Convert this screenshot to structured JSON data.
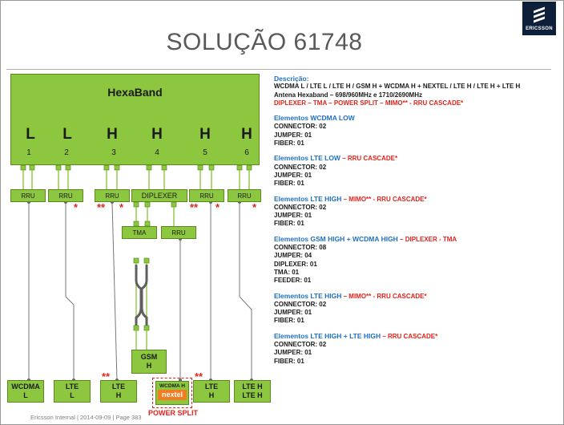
{
  "title": "SOLUÇÃO 61748",
  "logo_text": "ERICSSON",
  "hexaband": {
    "name": "HexaBand",
    "bands": [
      "L",
      "L",
      "H",
      "H",
      "H",
      "H"
    ],
    "ports": [
      "1",
      "2",
      "3",
      "4",
      "5",
      "6"
    ]
  },
  "units": {
    "rru": "RRU",
    "diplexer": "DIPLEXER",
    "tma": "TMA",
    "gsm_line1": "GSM",
    "gsm_line2": "H"
  },
  "terminals": [
    {
      "l1": "WCDMA",
      "l2": "L"
    },
    {
      "l1": "LTE",
      "l2": "L"
    },
    {
      "l1": "LTE",
      "l2": "H"
    },
    {
      "l1": "LTE",
      "l2": "H"
    },
    {
      "l1": "LTE H",
      "l2": "LTE H"
    }
  ],
  "nextel_box": {
    "label": "WCDMA H",
    "brand": "nextel"
  },
  "power_split_label": "POWER SPLIT",
  "marks": {
    "single": "*",
    "double": "**"
  },
  "colors": {
    "green": "#8dc63f",
    "red": "#e32219",
    "blue": "#1f6fc1",
    "nextel_orange": "#f47b20"
  },
  "description": {
    "heading": "Descrição:",
    "line1": "WCDMA L / LTE L / LTE H / GSM H + WCDMA H + NEXTEL / LTE H / LTE H + LTE H",
    "line2": "Antena Hexaband – 698/960MHz  e  1710/2690MHz",
    "line3": "DIPLEXER – TMA – POWER SPLIT – MIMO** - RRU CASCADE*"
  },
  "sections": [
    {
      "title": "Elementos WCDMA LOW",
      "suffix": "",
      "lines": [
        "CONNECTOR: 02",
        "JUMPER: 01",
        "FIBER: 01"
      ]
    },
    {
      "title": "Elementos LTE LOW",
      "suffix": " – RRU CASCADE*",
      "lines": [
        "CONNECTOR: 02",
        "JUMPER: 01",
        "FIBER: 01"
      ]
    },
    {
      "title": "Elementos LTE HIGH",
      "suffix": " – MIMO** - RRU CASCADE*",
      "lines": [
        "CONNECTOR: 02",
        "JUMPER: 01",
        "FIBER: 01"
      ]
    },
    {
      "title": "Elementos GSM HIGH + WCDMA HIGH",
      "suffix": " – DIPLEXER - TMA",
      "lines": [
        "CONNECTOR: 08",
        "JUMPER: 04",
        "DIPLEXER: 01",
        "TMA: 01",
        "FEEDER: 01"
      ]
    },
    {
      "title": "Elementos LTE HIGH",
      "suffix": " – MIMO** - RRU CASCADE*",
      "lines": [
        "CONNECTOR: 02",
        "JUMPER: 01",
        "FIBER: 01"
      ]
    },
    {
      "title": "Elementos LTE HIGH + LTE HIGH",
      "suffix": " – RRU CASCADE*",
      "lines": [
        "CONNECTOR: 02",
        "JUMPER: 01",
        "FIBER: 01"
      ]
    }
  ],
  "footer": "Ericsson Internal  |  2014-09-09  |  Page 383"
}
